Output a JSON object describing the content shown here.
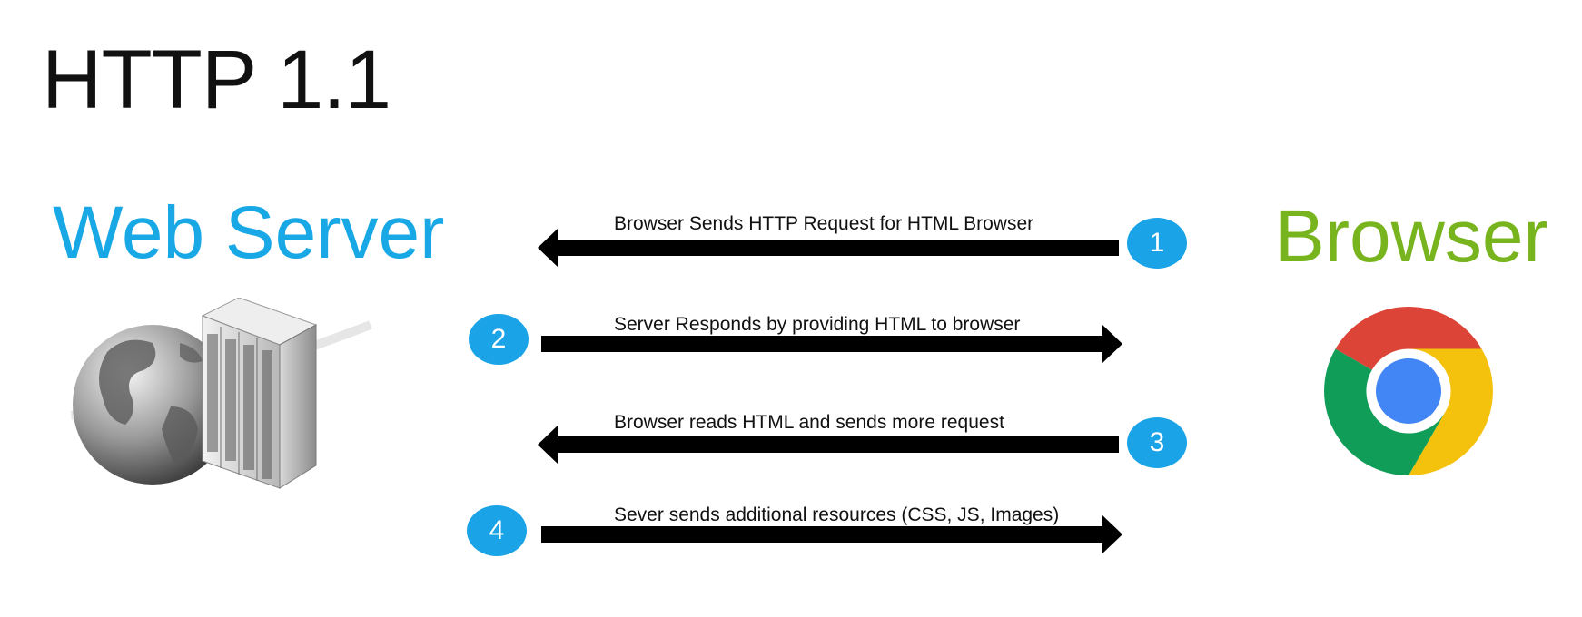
{
  "title": "HTTP 1.1",
  "left_actor": "Web Server",
  "right_actor": "Browser",
  "steps": [
    {
      "number": "1",
      "label": "Browser Sends HTTP Request for HTML Browser",
      "direction": "to-server"
    },
    {
      "number": "2",
      "label": "Server Responds by providing HTML to browser",
      "direction": "to-browser"
    },
    {
      "number": "3",
      "label": "Browser reads HTML and sends more request",
      "direction": "to-server"
    },
    {
      "number": "4",
      "label": "Sever sends additional resources (CSS, JS, Images)",
      "direction": "to-browser"
    }
  ],
  "colors": {
    "badge": "#1aa3e6",
    "web_server_label": "#18a8e6",
    "browser_label": "#77b41e",
    "arrow": "#000000"
  },
  "icons": {
    "server": "globe-server-icon",
    "browser": "chrome-logo-icon"
  }
}
